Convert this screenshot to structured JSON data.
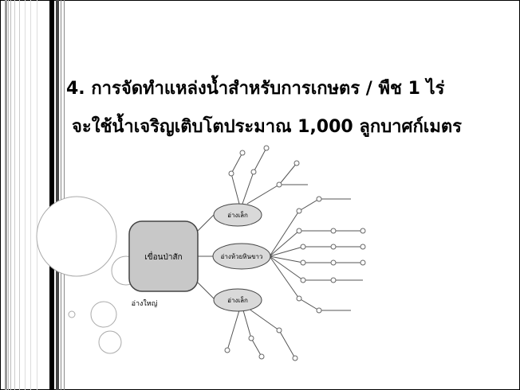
{
  "slide": {
    "title_line_1": "4. การจัดทำแหล่งน้ำสำหรับการเกษตร / พืช 1 ไร่",
    "title_line_2": "จะใช้น้ำเจริญเติบโตประมาณ 1,000 ลูกบาศก์เมตร"
  },
  "diagram": {
    "main_node": "เขื่อนป่าสัก",
    "main_caption": "อ่างใหญ่",
    "branch_top": "อ่างเล็ก",
    "branch_middle": "อ่างห้วยหินขาว",
    "branch_bottom": "อ่างเล็ก"
  },
  "colors": {
    "main_node_fill": "#c8c8c8",
    "branch_fill": "#d9d9d9",
    "line": "#555555"
  }
}
